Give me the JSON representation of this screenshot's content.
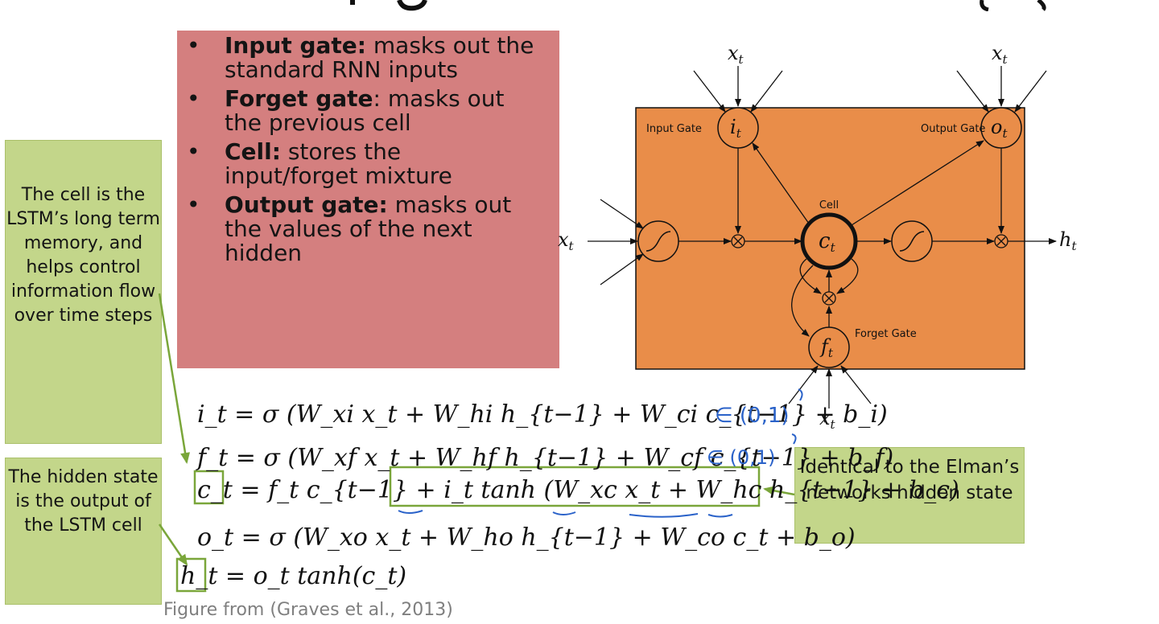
{
  "bullets": [
    {
      "term": "Input gate:",
      "text": " masks out the standard RNN inputs"
    },
    {
      "term": "Forget gate",
      "text": ": masks out the previous cell"
    },
    {
      "term": "Cell:",
      "text": " stores the input/forget mixture"
    },
    {
      "term": "Output gate:",
      "text": " masks out the values of the next hidden"
    }
  ],
  "notes": {
    "cell_memory": "The cell is the LSTM’s long term memory, and helps control information flow over time steps",
    "hidden_state": "The hidden state is the output of the LSTM cell",
    "elman": "Identical to the Elman’s networks hidden state"
  },
  "diagram": {
    "input_gate_label": "Input Gate",
    "output_gate_label": "Output Gate",
    "cell_label": "Cell",
    "forget_gate_label": "Forget Gate",
    "input_symbol": "x",
    "input_subscript": "t",
    "output_symbol": "h",
    "output_subscript": "t",
    "gate_i": "i",
    "gate_o": "o",
    "gate_f": "f",
    "cell_symbol": "c",
    "multiply_symbol": "⊗",
    "sub_t": "t"
  },
  "equations": {
    "input_gate": "i_t = σ (W_xi x_t + W_hi h_{t−1} + W_ci c_{t−1} + b_i)",
    "forget_gate": "f_t = σ (W_xf x_t + W_hf h_{t−1} + W_cf c_{t−1} + b_f)",
    "cell": "c_t = f_t c_{t−1} + i_t tanh (W_xc x_t + W_hc h_{t−1} + b_c)",
    "output_gate": "o_t = σ (W_xo x_t + W_ho h_{t−1} + W_co c_t + b_o)",
    "hidden": "h_t = o_t tanh(c_t)",
    "handwritten_range": "∈ (0,1)"
  },
  "caption": "Figure from (Graves et al., 2013)",
  "colors": {
    "red_box": "#d47f7f",
    "lstm_block": "#e98d49",
    "note_green": "#c3d68a",
    "highlight_border": "#7aa63a",
    "handwriting_blue": "#2a62c9"
  }
}
